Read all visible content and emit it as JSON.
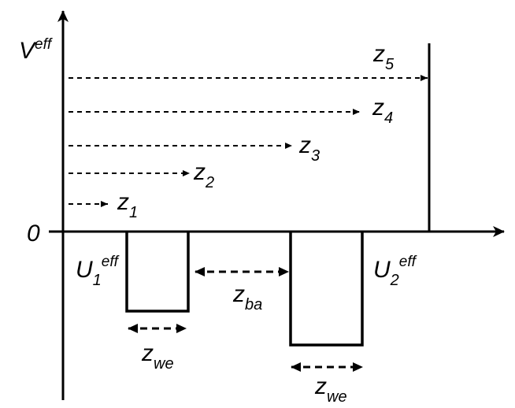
{
  "colors": {
    "stroke": "#000000",
    "background": "#ffffff"
  },
  "y_axis": {
    "label_base": "V",
    "label_sup": "eff"
  },
  "zero_label": "0",
  "energy_levels": [
    {
      "base": "z",
      "sub": "1"
    },
    {
      "base": "z",
      "sub": "2"
    },
    {
      "base": "z",
      "sub": "3"
    },
    {
      "base": "z",
      "sub": "4"
    },
    {
      "base": "z",
      "sub": "5"
    }
  ],
  "wells": [
    {
      "label_base": "U",
      "label_sub": "1",
      "label_sup": "eff",
      "width_base": "z",
      "width_sub": "we"
    },
    {
      "label_base": "U",
      "label_sub": "2",
      "label_sup": "eff",
      "width_base": "z",
      "width_sub": "we"
    }
  ],
  "barrier": {
    "label_base": "z",
    "label_sub": "ba"
  }
}
